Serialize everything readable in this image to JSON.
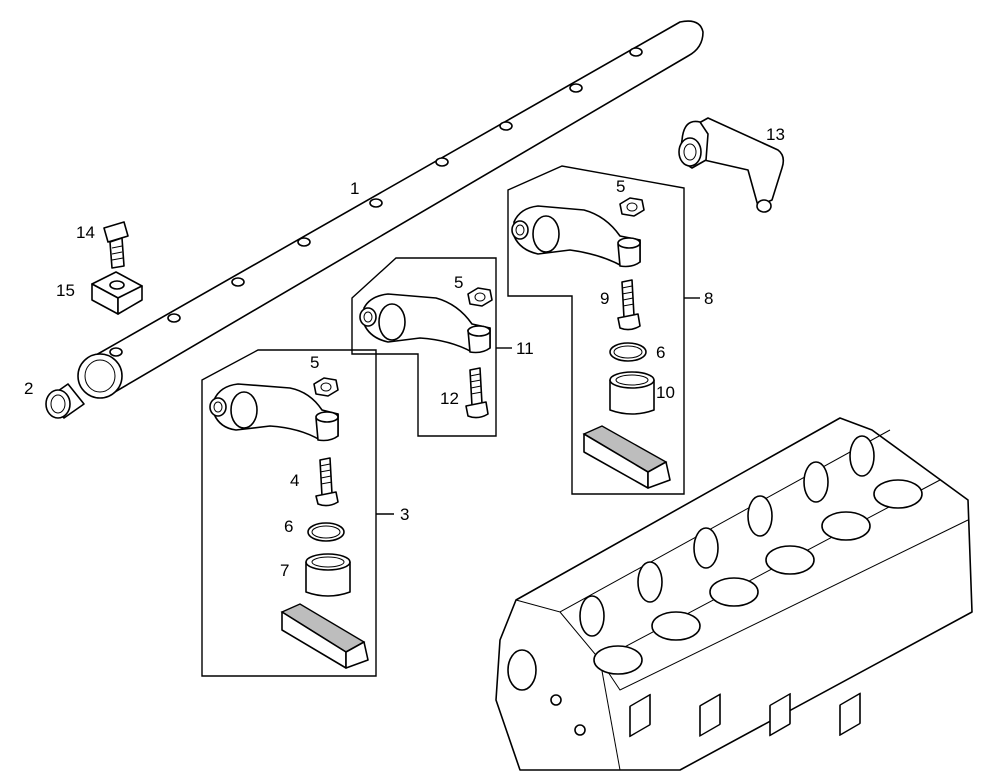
{
  "callouts": {
    "c1": "1",
    "c2": "2",
    "c3": "3",
    "c4": "4",
    "c5a": "5",
    "c5b": "5",
    "c5c": "5",
    "c6a": "6",
    "c6b": "6",
    "c7": "7",
    "c8": "8",
    "c9": "9",
    "c10": "10",
    "c11": "11",
    "c12": "12",
    "c13": "13",
    "c14": "14",
    "c15": "15"
  },
  "colors": {
    "line": "#000000",
    "shade": "#bdbdbd",
    "background": "#ffffff"
  }
}
